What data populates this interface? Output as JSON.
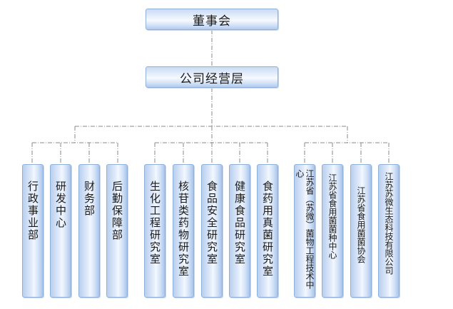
{
  "top": {
    "board": "董事会",
    "management": "公司经营层"
  },
  "departments": [
    "行政事业部",
    "研发中心",
    "财务部",
    "后勤保障部",
    "生化工程研究室",
    "核苷类药物研究室",
    "食品安全研究室",
    "健康食品研究室",
    "食药用真菌研究室",
    "江苏省（苏微）菌物工程技术中心",
    "江苏省食用菌菌种中心",
    "江苏省食用菌菌协会",
    "江苏苏微生态科技有限公司"
  ],
  "colors": {
    "line": "#8a8a8a",
    "box_border": "#8fb0d8"
  }
}
